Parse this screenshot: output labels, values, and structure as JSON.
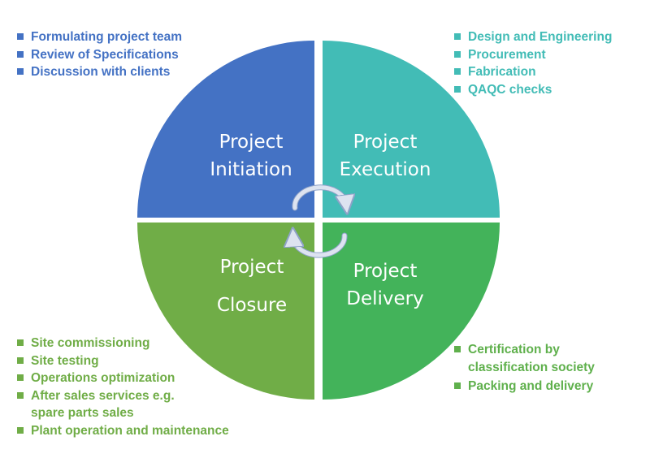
{
  "colors": {
    "initiation": "#4472c4",
    "execution": "#42bcb6",
    "closure": "#70ad47",
    "delivery": "#43b35a",
    "cycle_arrow": "#dde3f0"
  },
  "quadrants": {
    "initiation": {
      "line1": "Project",
      "line2": "Initiation"
    },
    "execution": {
      "line1": "Project",
      "line2": "Execution"
    },
    "closure": {
      "line1": "Project",
      "line2": "Closure"
    },
    "delivery": {
      "line1": "Project",
      "line2": "Delivery"
    }
  },
  "lists": {
    "initiation": [
      "Formulating project team",
      "Review of Specifications",
      "Discussion with clients"
    ],
    "execution": [
      "Design and Engineering",
      "Procurement",
      "Fabrication",
      "QAQC checks"
    ],
    "closure": [
      "Site commissioning",
      "Site testing",
      "Operations optimization",
      "After sales services e.g.",
      "spare parts sales",
      "Plant operation and maintenance"
    ],
    "delivery": [
      "Certification by",
      "classification society",
      "Packing and delivery"
    ]
  }
}
